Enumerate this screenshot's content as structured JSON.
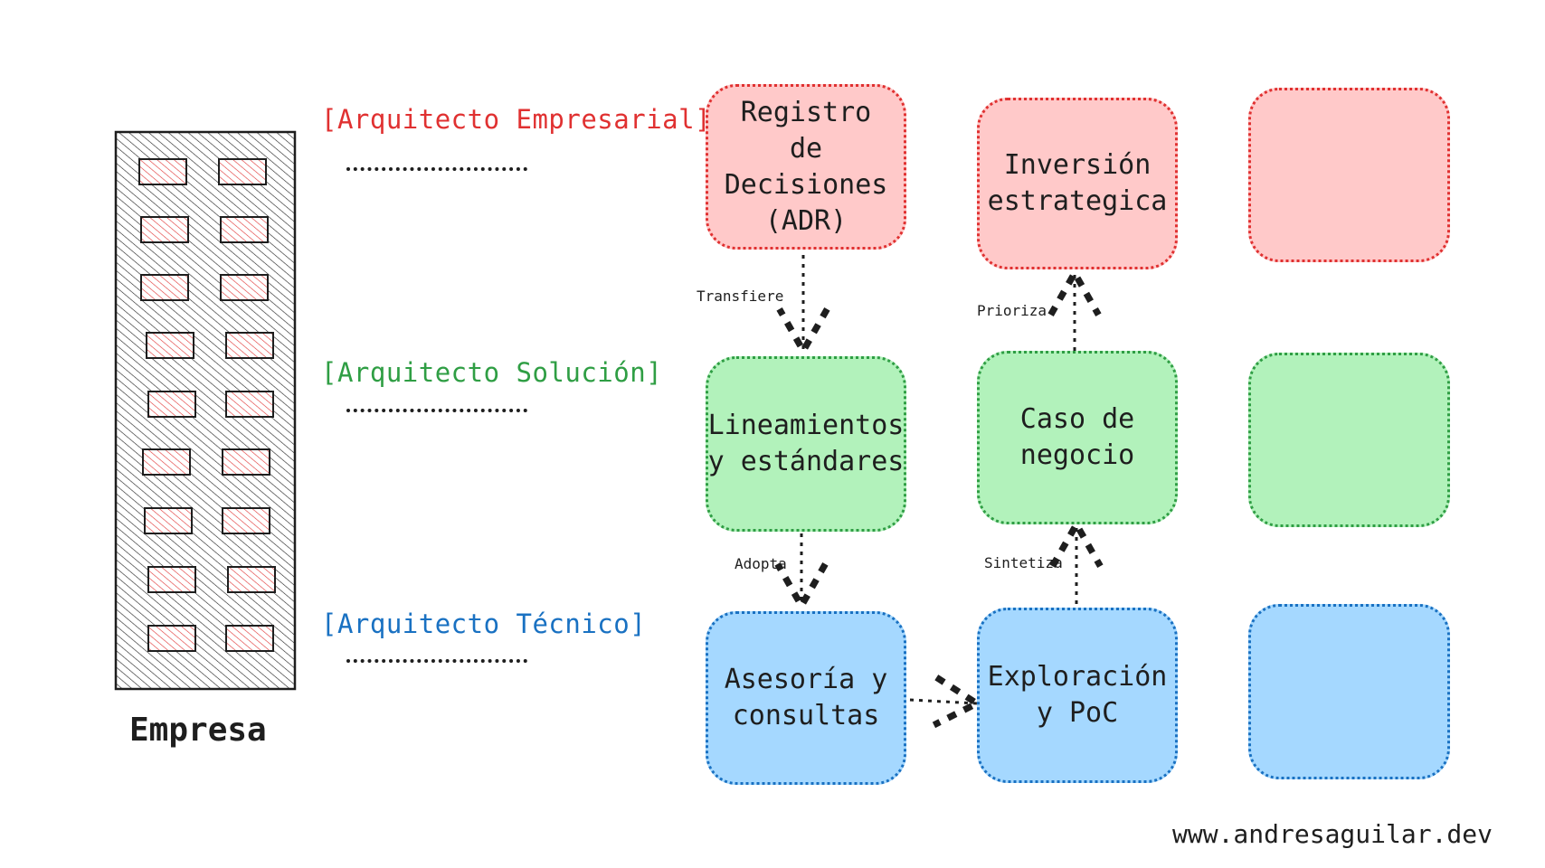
{
  "building": {
    "caption": "Empresa"
  },
  "layers": {
    "enterprise": {
      "label": "[Arquitecto Empresarial]",
      "color": "#e03131"
    },
    "solution": {
      "label": "[Arquitecto Solución]",
      "color": "#2f9e44"
    },
    "technical": {
      "label": "[Arquitecto Técnico]",
      "color": "#1971c2"
    }
  },
  "boxes": {
    "adr": "Registro de Decisiones (ADR)",
    "investment": "Inversión estrategica",
    "enterprise_empty": "",
    "guidelines": "Lineamientos y estándares",
    "business_case": "Caso de negocio",
    "solution_empty": "",
    "advisory": "Asesoría y consultas",
    "exploration": "Exploración y PoC",
    "technical_empty": ""
  },
  "edges": {
    "transfiere": "Transfiere",
    "adopta": "Adopta",
    "prioriza": "Prioriza",
    "sintetiza": "Sintetiza"
  },
  "footer": {
    "website": "www.andresaguilar.dev"
  },
  "colors": {
    "red_fill": "#ffc9c9",
    "green_fill": "#b2f2bb",
    "blue_fill": "#a5d8ff",
    "stroke": "#1e1e1e"
  }
}
